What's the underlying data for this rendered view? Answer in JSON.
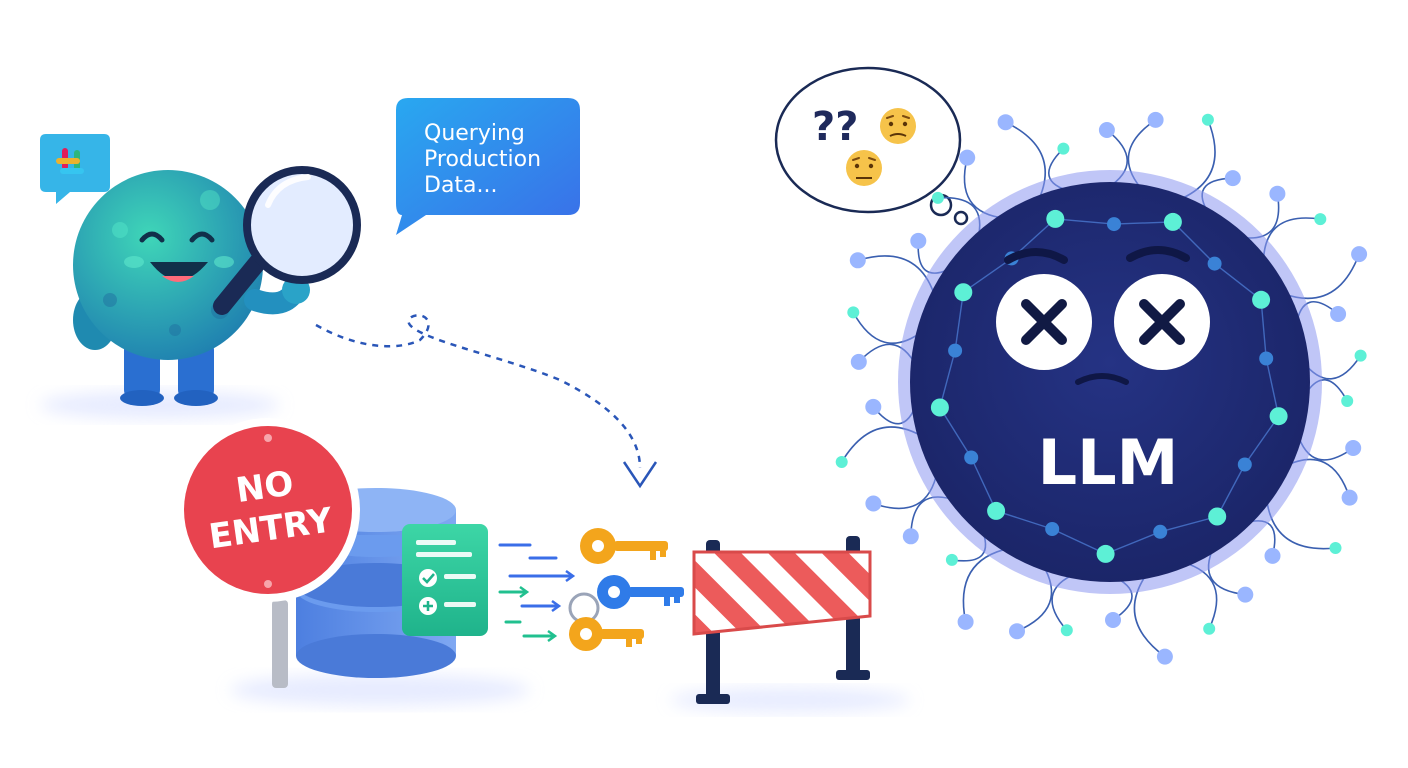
{
  "speech_bubble": {
    "lines": [
      "Querying",
      "Production",
      "Data..."
    ]
  },
  "sign": {
    "lines": [
      "NO",
      "ENTRY"
    ]
  },
  "llm": {
    "label": "LLM"
  },
  "thought_bubble": {
    "marks": "??"
  },
  "icons": {
    "chat_logo": "chat-app-logo-icon",
    "magnifier": "magnifying-glass-icon",
    "database": "database-icon",
    "document": "document-checklist-icon",
    "keys": "key-icon",
    "barrier": "road-barrier-icon",
    "confused_emoji": "confused-face-icon",
    "eye_x": "x-eye-icon"
  },
  "colors": {
    "bubble_blue": "#2f86f0",
    "sign_red": "#e8434f",
    "llm_navy": "#1f2a72",
    "llm_glow": "#7a86e6",
    "node_teal": "#5df0d6",
    "node_blue": "#9ab6ff",
    "creature_teal": "#2bb3a6",
    "database_blue": "#5a8fe6",
    "key_orange": "#f3a51c",
    "key_blue": "#2f7be8",
    "barrier_red": "#ec5b5b"
  }
}
